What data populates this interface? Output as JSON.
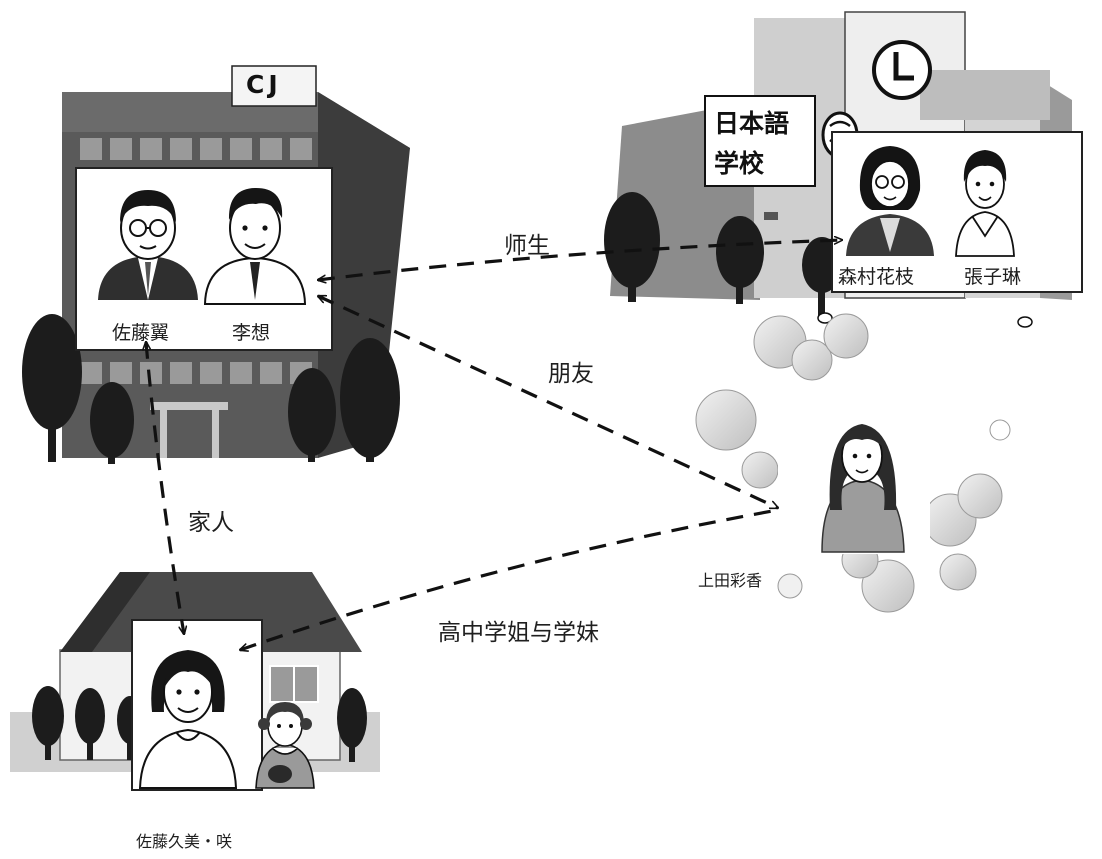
{
  "company": {
    "sign": "CJ"
  },
  "school": {
    "sign_line1": "日本語",
    "sign_line2": "学校"
  },
  "people": {
    "sato_tsubasa": "佐藤翼",
    "li_xiang": "李想",
    "morimura_hanae": "森村花枝",
    "zhang_zilin": "張子琳",
    "ueda_ayaka": "上田彩香",
    "sato_kumi_saki": "佐藤久美・咲"
  },
  "relations": {
    "teacher_student": "师生",
    "friends": "朋友",
    "family": "家人",
    "senior_junior": "高中学姐与学妹"
  }
}
